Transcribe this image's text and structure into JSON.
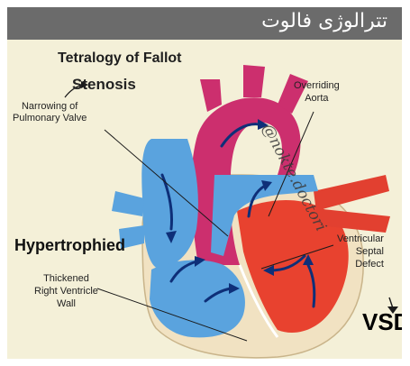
{
  "banner": {
    "title": "تترالوژی فالوت"
  },
  "diagram": {
    "title": "Tetralogy of Fallot",
    "labels": {
      "stenosis": "Stenosis",
      "pulmonary_1": "Narrowing of",
      "pulmonary_2": "Pulmonary Valve",
      "aorta_1": "Overriding",
      "aorta_2": "Aorta",
      "hypertrophied": "Hypertrophied",
      "wall_1": "Thickened",
      "wall_2": "Right Ventricle",
      "wall_3": "Wall",
      "vsd_1": "Ventricular",
      "vsd_2": "Septal",
      "vsd_3": "Defect",
      "vsd": "VSD"
    },
    "watermark": "@nokte.doctori",
    "colors": {
      "background": "#f4f0d8",
      "deoxygenated_blue": "#5aa3de",
      "oxygenated_red": "#e8422f",
      "aorta_magenta": "#cc2f6e",
      "muscle_cream": "#f1e2c2",
      "arrow_navy": "#0e2f78"
    }
  }
}
